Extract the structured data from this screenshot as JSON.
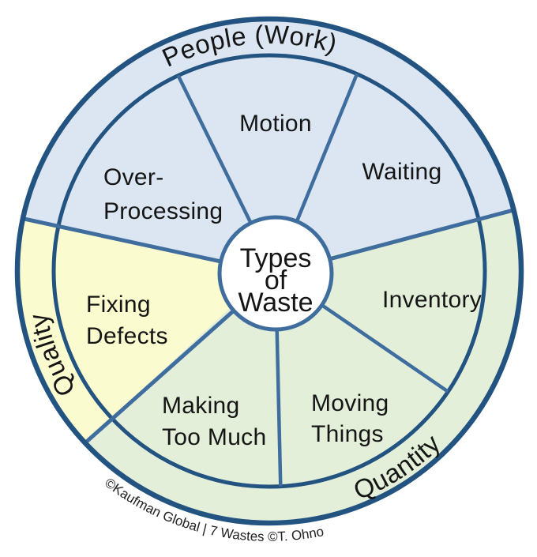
{
  "title": {
    "lines": [
      "Types",
      "of",
      "Waste"
    ]
  },
  "sections": [
    {
      "id": "people-work",
      "label": "People (Work)",
      "fill": "#dce6f2"
    },
    {
      "id": "quantity",
      "label": "Quantity",
      "fill": "#e3efd9"
    },
    {
      "id": "quality",
      "label": "Quality",
      "fill": "#fbfbd0"
    }
  ],
  "wedges": [
    {
      "section": "people-work",
      "label": "Motion",
      "label_lines": [
        "Motion"
      ]
    },
    {
      "section": "people-work",
      "label": "Waiting",
      "label_lines": [
        "Waiting"
      ]
    },
    {
      "section": "people-work",
      "label": "Over-Processing",
      "label_lines": [
        "Over-",
        "Processing"
      ]
    },
    {
      "section": "quantity",
      "label": "Inventory",
      "label_lines": [
        "Inventory"
      ]
    },
    {
      "section": "quantity",
      "label": "Moving Things",
      "label_lines": [
        "Moving",
        "Things"
      ]
    },
    {
      "section": "quantity",
      "label": "Making Too Much",
      "label_lines": [
        "Making",
        "Too Much"
      ]
    },
    {
      "section": "quality",
      "label": "Fixing Defects",
      "label_lines": [
        "Fixing",
        "Defects"
      ]
    }
  ],
  "footer": {
    "credit": "©Kaufman Global | 7 Wastes ©T. Ohno"
  },
  "colors": {
    "people_fill": "#dce6f2",
    "quantity_fill": "#e3efd9",
    "quality_fill": "#fbfbd0",
    "line_dark": "#235380",
    "line_medium": "#3f6d9e",
    "center_circle_fill": "#ffffff",
    "center_circle_stroke": "#3f6d9e",
    "text": "#151515"
  }
}
